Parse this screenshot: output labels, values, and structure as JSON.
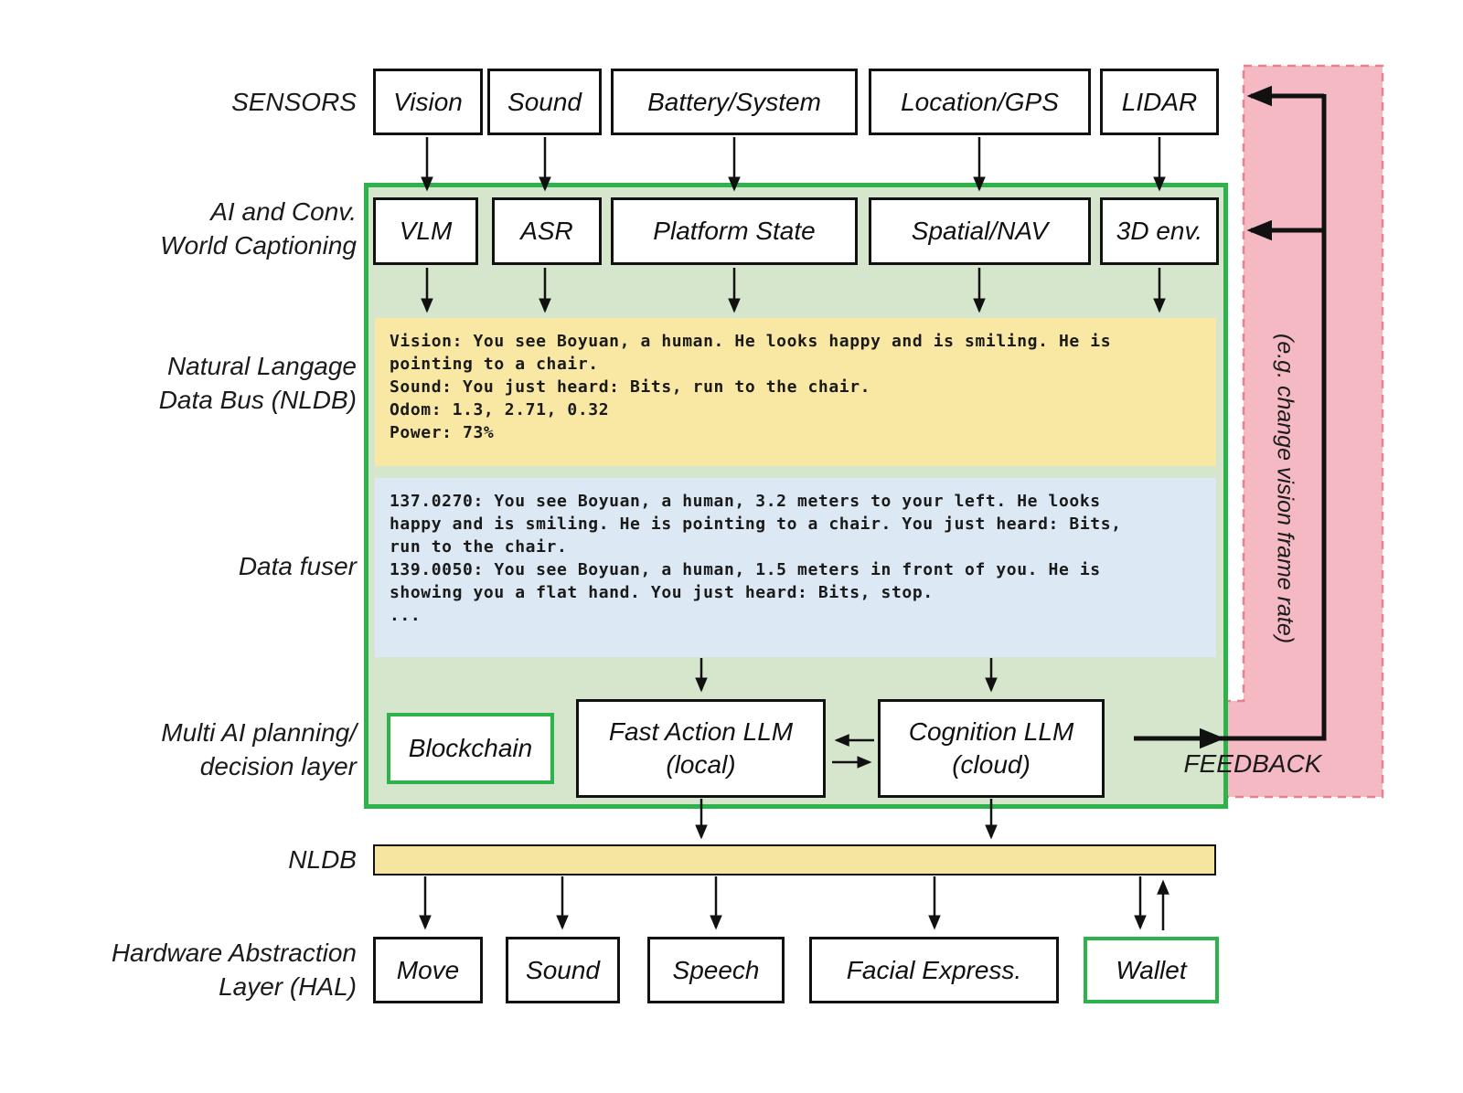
{
  "row_labels": {
    "sensors": "SENSORS",
    "captioning": [
      "AI and Conv.",
      "World Captioning"
    ],
    "nldb_bus": [
      "Natural Langage",
      "Data Bus (NLDB)"
    ],
    "data_fuser": "Data fuser",
    "planning": [
      "Multi AI planning/",
      "decision layer"
    ],
    "nldb_bar": "NLDB",
    "hal": [
      "Hardware Abstraction",
      "Layer (HAL)"
    ]
  },
  "sensor_boxes": [
    "Vision",
    "Sound",
    "Battery/System",
    "Location/GPS",
    "LIDAR"
  ],
  "captioning_boxes": [
    "VLM",
    "ASR",
    "Platform State",
    "Spatial/NAV",
    "3D env."
  ],
  "nldb_bus_text": "Vision: You see Boyuan, a human. He looks happy and is smiling. He is\npointing to a chair.\nSound: You just heard: Bits, run to the chair.\nOdom: 1.3, 2.71, 0.32\nPower: 73%",
  "data_fuser_text": "137.0270: You see Boyuan, a human, 3.2 meters to your left. He looks\nhappy and is smiling. He is pointing to a chair. You just heard: Bits,\nrun to the chair.\n139.0050: You see Boyuan, a human, 1.5 meters in front of you. He is\nshowing you a flat hand. You just heard: Bits, stop.\n...",
  "planning_boxes": {
    "blockchain": "Blockchain",
    "fast_action": [
      "Fast Action LLM",
      "(local)"
    ],
    "cognition": [
      "Cognition LLM",
      "(cloud)"
    ]
  },
  "hal_boxes": [
    "Move",
    "Sound",
    "Speech",
    "Facial Express.",
    "Wallet"
  ],
  "feedback": {
    "label": "FEEDBACK",
    "note": "(e.g. change vision frame rate)"
  },
  "colors": {
    "green_accent": "#2db24c",
    "green_fill": "#d6e6cc",
    "yellow_fill": "#f8e8a4",
    "blue_fill": "#dce8f3",
    "pink_fill": "#f4b9c3",
    "pink_border": "#e8808f",
    "nldb_bar_fill": "#f5e5a0",
    "box_border": "#111111"
  }
}
